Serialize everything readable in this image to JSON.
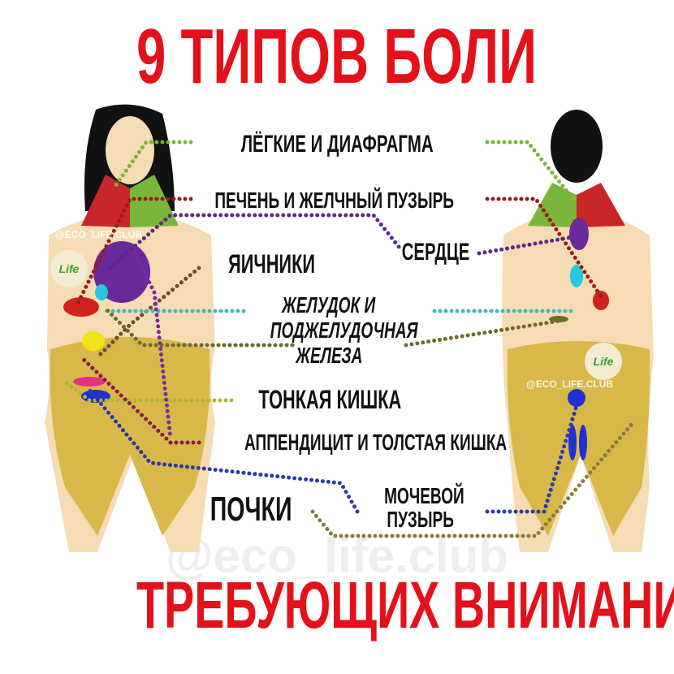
{
  "title_top": "9 ТИПОВ БОЛИ",
  "title_bottom": "ТРЕБУЮЩИХ ВНИМАНИЕ",
  "labels": {
    "lungs": "ЛЁГКИЕ И ДИАФРАГМА",
    "liver": "ПЕЧЕНЬ И ЖЕЛЧНЫЙ ПУЗЫРЬ",
    "ovaries": "ЯИЧНИКИ",
    "heart": "СЕРДЦЕ",
    "stomach_1": "ЖЕЛУДОК И",
    "stomach_2": "ПОДЖЕЛУДОЧНАЯ",
    "stomach_3": "ЖЕЛЕЗА",
    "small_intestine": "ТОНКАЯ КИШКА",
    "appendix": "АППЕНДИЦИТ И ТОЛСТАЯ КИШКА",
    "kidneys": "ПОЧКИ",
    "bladder_1": "МОЧЕВОЙ",
    "bladder_2": "ПУЗЫРЬ"
  },
  "watermarks": {
    "main": "@eco_life.club",
    "small": "@ECO_LIFE.CLUB",
    "logo": "Life"
  },
  "colors": {
    "title": "#e3121a",
    "lungs": "#7ab63a",
    "liver": "#9a1b1b",
    "ovaries": "#6b4a2a",
    "heart": "#5a2a8a",
    "stomach": "#3fb9c6",
    "pancreas": "#6b6b2a",
    "small_intestine": "#b3b33a",
    "appendix": "#8a1a4a",
    "bladder": "#2a3aaa",
    "kidneys": "#8a7a3a",
    "skin": "#f6dcb4",
    "pelvis": "#d9b84a"
  }
}
